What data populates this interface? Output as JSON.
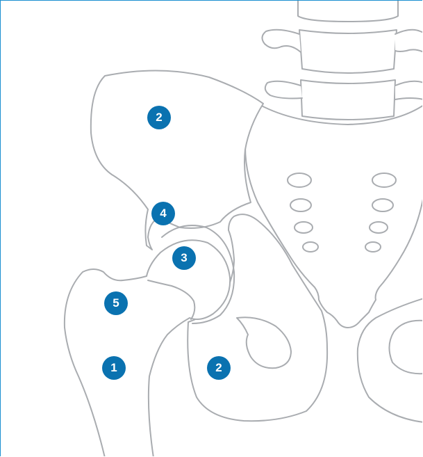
{
  "colors": {
    "marker_fill": "#0a72b0",
    "marker_text": "#ffffff",
    "bone_outline": "#a9acb0",
    "frame_border": "#1a8fd0"
  },
  "markers": {
    "femur": "1",
    "ilium": "2",
    "ischium": "2",
    "femoral_head": "3",
    "acetabulum": "4",
    "femoral_neck": "5"
  }
}
